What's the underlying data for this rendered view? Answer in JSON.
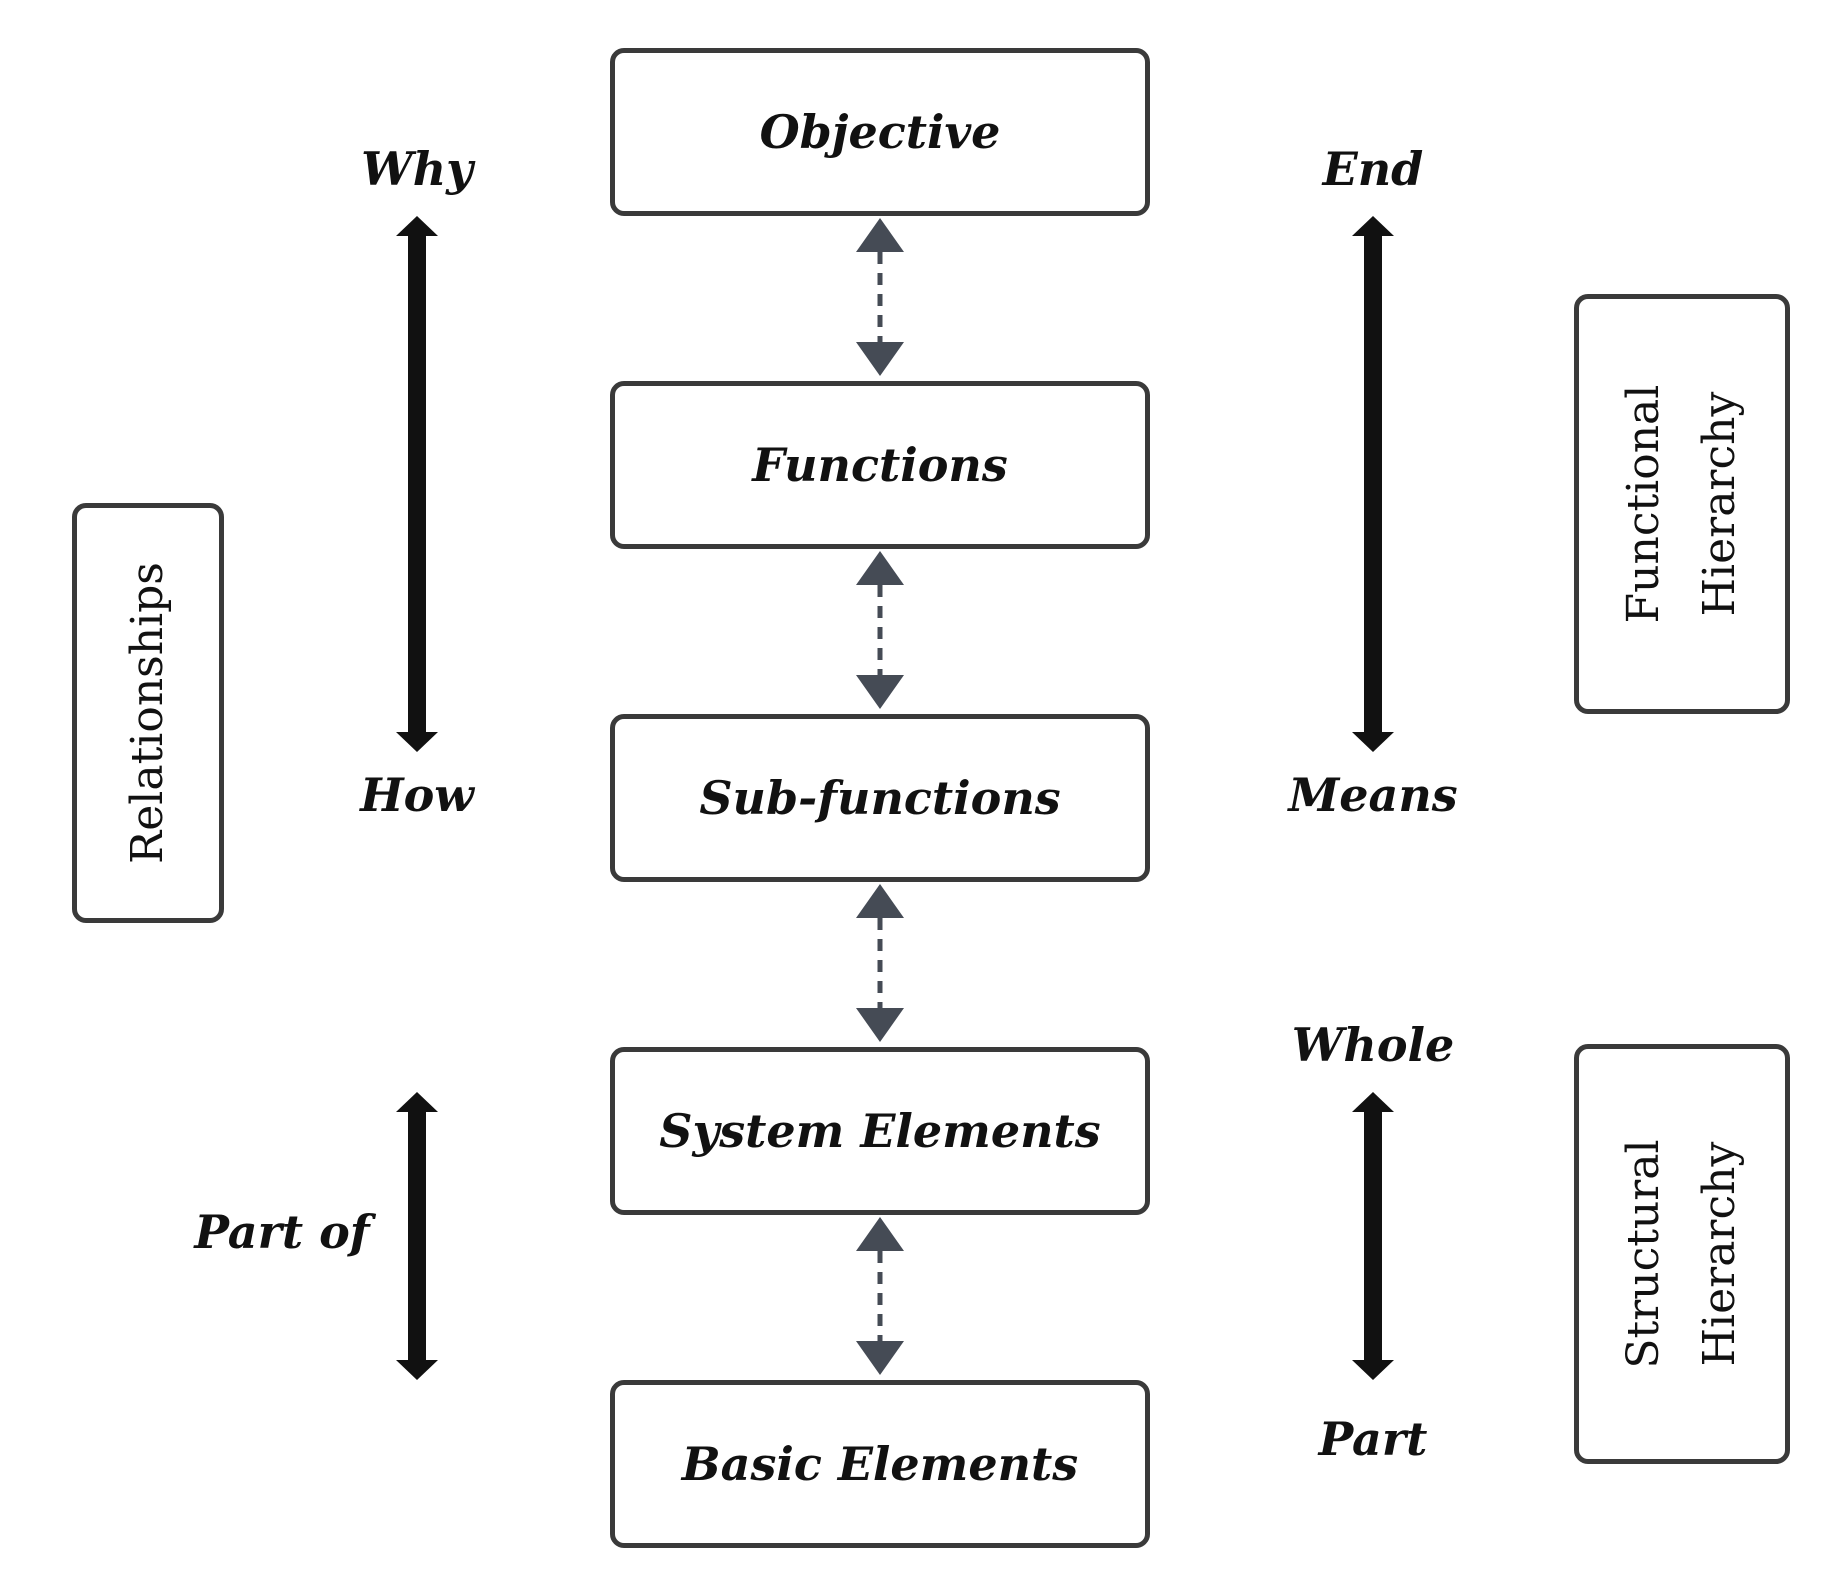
{
  "levels": {
    "objective": "Objective",
    "functions": "Functions",
    "subfunctions": "Sub-functions",
    "system_elements": "System Elements",
    "basic_elements": "Basic Elements"
  },
  "left": {
    "relationships": "Relationships",
    "why": "Why",
    "how": "How",
    "part_of": "Part of"
  },
  "right": {
    "end": "End",
    "means": "Means",
    "whole": "Whole",
    "part": "Part",
    "functional_hierarchy": [
      "Functional",
      "Hierarchy"
    ],
    "structural_hierarchy": [
      "Structural",
      "Hierarchy"
    ]
  },
  "colors": {
    "box_border": "#3a3a3a",
    "connector": "#454b55",
    "axis_arrow": "#111111",
    "text": "#111111"
  }
}
